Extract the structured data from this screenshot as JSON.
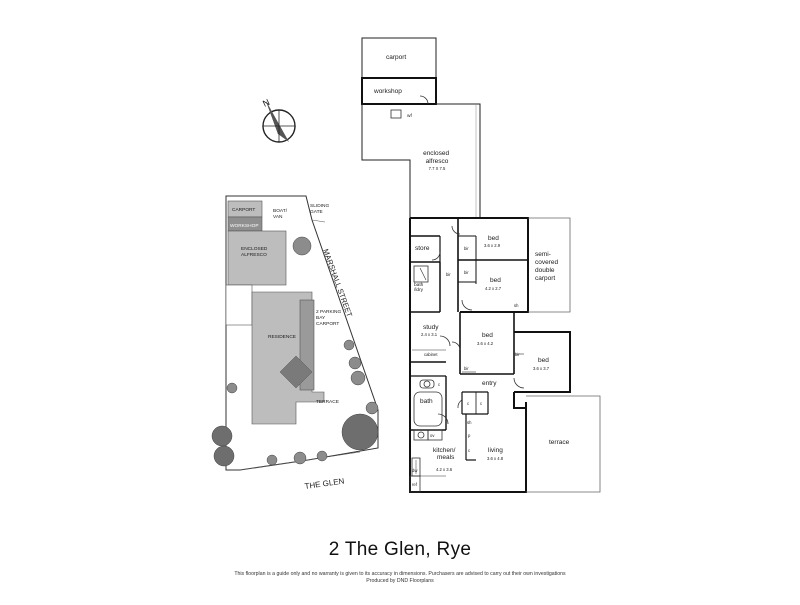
{
  "site_plan": {
    "labels": {
      "carport": "CARPORT",
      "boat_van": [
        "BOAT/",
        "VAN"
      ],
      "sliding_gate": [
        "SLIDING",
        "GATE"
      ],
      "workshop": "WORKSHOP",
      "enclosed_alfresco": [
        "ENCLOSED",
        "ALFRESCO"
      ],
      "residence": "RESIDENCE",
      "parking": [
        "2 PARKING",
        "BAY",
        "CARPORT"
      ],
      "terrace": "TERRACE",
      "marshall_street": "MARSHALL STREET",
      "the_glen": "THE GLEN"
    }
  },
  "floor_plan": {
    "rooms": {
      "carport": "carport",
      "workshop": "workshop",
      "wf": "wf",
      "alfresco": {
        "name": [
          "enclosed",
          "alfresco"
        ],
        "dims": "7.7 X 7.5"
      },
      "bed1": {
        "name": "bed",
        "dims": "3.6 x 2.9"
      },
      "bed2": {
        "name": "bed",
        "dims": "4.2 x 2.7"
      },
      "bed3": {
        "name": "bed",
        "dims": "3.6 x 4.2"
      },
      "bed4": {
        "name": "bed",
        "dims": "3.6 x 3.7"
      },
      "semi_covered": [
        "semi-",
        "covered",
        "double",
        "carport"
      ],
      "store": "store",
      "bath_ldry": [
        "bath",
        "/ldry"
      ],
      "study": {
        "name": "study",
        "dims": "2.4 x 3.1"
      },
      "cabinet": "cabinet",
      "entry": "entry",
      "bath": "bath",
      "kitchen": {
        "name": [
          "kitchen/",
          "meals"
        ],
        "dims": "4.2 x 3.6"
      },
      "living": {
        "name": "living",
        "dims": "3.6 x 4.8"
      },
      "terrace": "terrace"
    },
    "fixtures": {
      "bir": "bir",
      "sh": "sh",
      "c": "c",
      "p": "p",
      "ov": "ov",
      "dw": "dw",
      "ref": "ref"
    },
    "compass": "N"
  },
  "caption": {
    "title": "2 The Glen, Rye",
    "disclaimer": "This floorplan is a guide only and no warranty is given to its accuracy in dimensions. Purchasers are advised to carry out their own investigations",
    "credit": "Produced by DND Floorplans"
  }
}
